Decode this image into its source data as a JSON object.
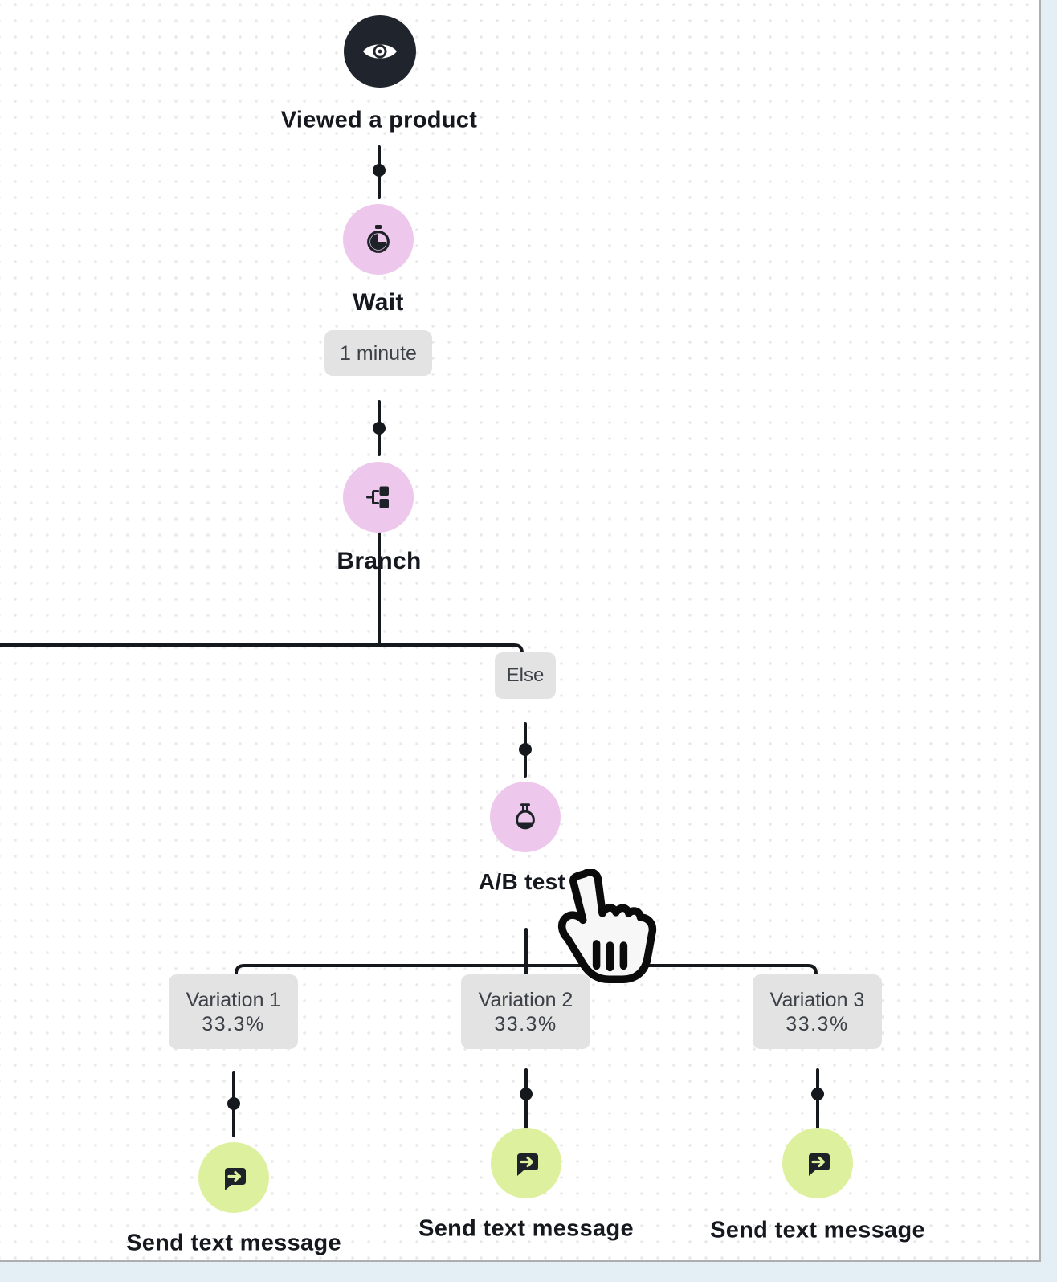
{
  "app": {
    "name": "Flow builder canvas"
  },
  "colors": {
    "canvas_bg": "#ffffff",
    "outside_bg": "#e4eef5",
    "grid_dot": "#e8e8e8",
    "border": "#aeaeae",
    "line": "#15181d",
    "trigger_node": "#20252d",
    "action_pink": "#eec8ec",
    "action_green": "#ddf09e",
    "chip_bg": "#e3e3e3",
    "chip_text": "#3c4047",
    "label_text": "#15181e",
    "icon_dark": "#1d2128",
    "cursor_fill": "#f7f7f7"
  },
  "icons": {
    "trigger": "eye-icon",
    "wait": "stopwatch-icon",
    "branch": "branch-icon",
    "ab_test": "flask-icon",
    "send_text": "send-message-icon",
    "cursor": "pointer-hand-cursor"
  },
  "flow": {
    "trigger": {
      "label": "Viewed a product"
    },
    "wait": {
      "label": "Wait",
      "delay_chip": "1 minute"
    },
    "branch": {
      "label": "Branch",
      "else_chip": "Else"
    },
    "ab_test": {
      "label": "A/B test",
      "variations": [
        {
          "name": "Variation 1",
          "split": "33.3%",
          "action_label": "Send text message"
        },
        {
          "name": "Variation 2",
          "split": "33.3%",
          "action_label": "Send text message"
        },
        {
          "name": "Variation 3",
          "split": "33.3%",
          "action_label": "Send text message"
        }
      ]
    }
  }
}
